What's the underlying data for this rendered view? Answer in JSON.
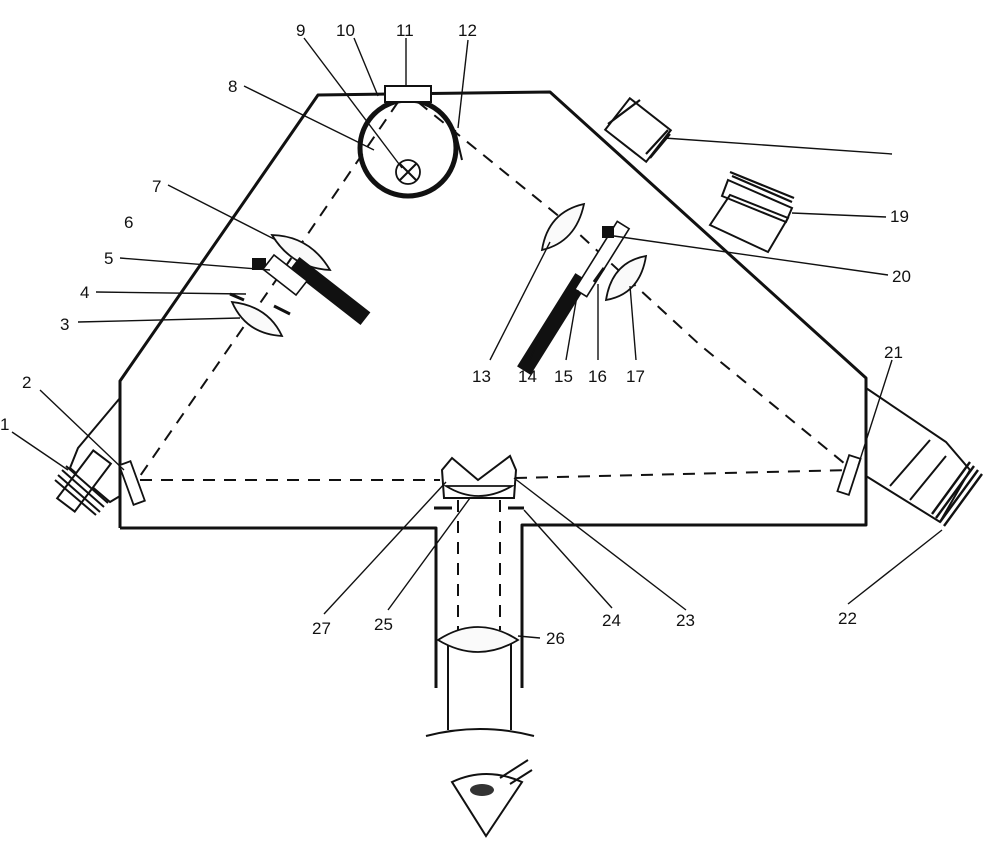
{
  "diagram": {
    "labels": [
      "1",
      "2",
      "3",
      "4",
      "5",
      "6",
      "7",
      "8",
      "9",
      "10",
      "11",
      "12",
      "13",
      "14",
      "15",
      "16",
      "17",
      "19",
      "20",
      "21",
      "22",
      "23",
      "24",
      "25",
      "26",
      "27"
    ]
  }
}
